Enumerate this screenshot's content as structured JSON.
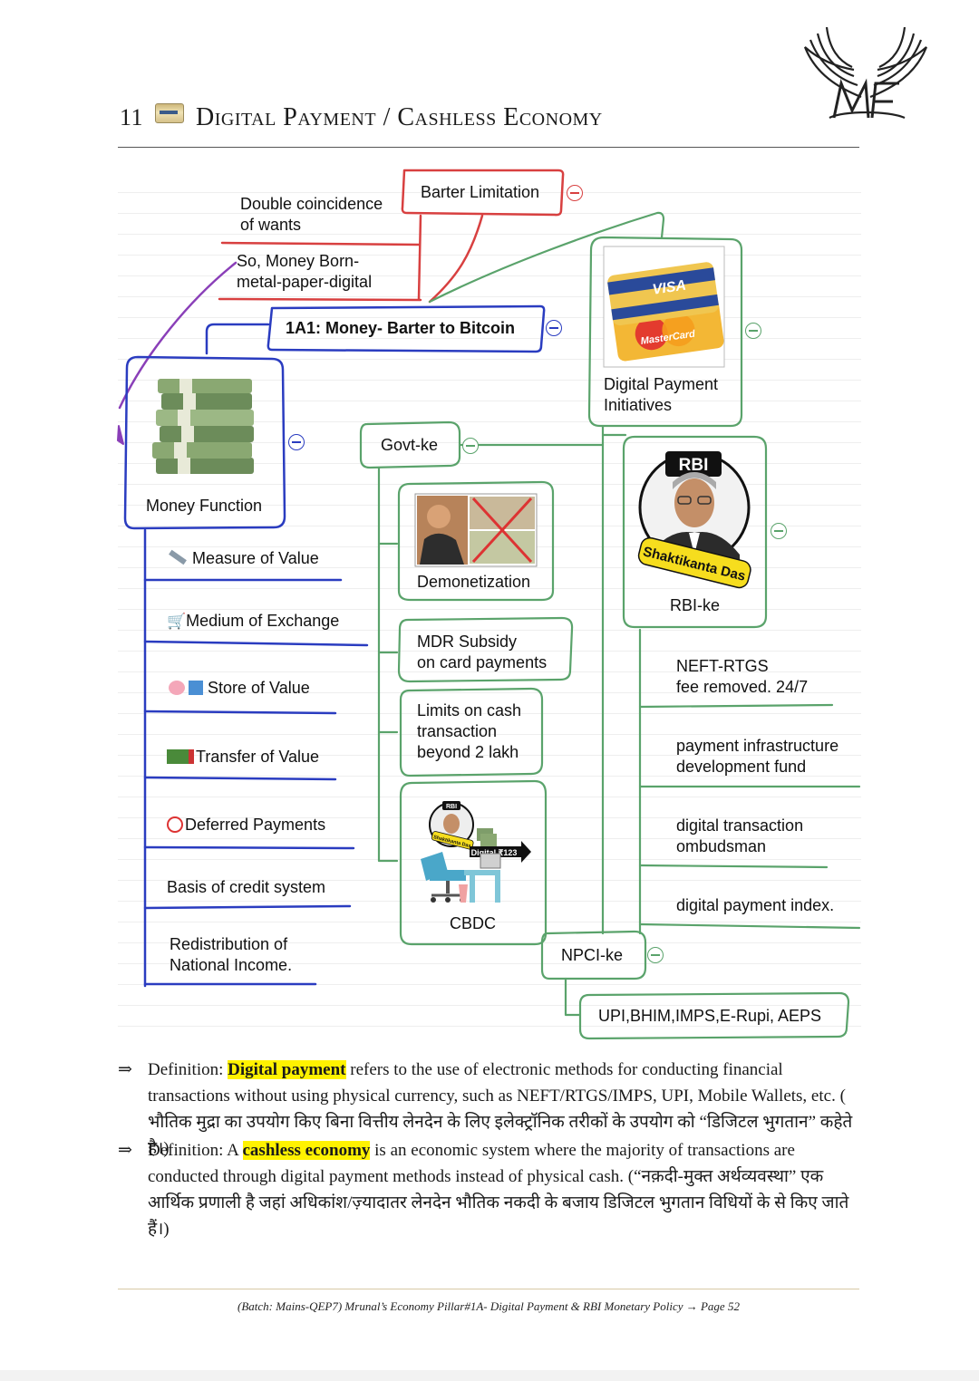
{
  "header": {
    "chapter_number": "11",
    "title": "Digital Payment / Cashless Economy",
    "logo_text": "MF"
  },
  "mindmap": {
    "barter_limitation": "Barter Limitation",
    "double_coincidence": [
      "Double coincidence",
      "of wants"
    ],
    "money_born": [
      "So, Money Born-",
      "metal-paper-digital"
    ],
    "central_topic": "1A1: Money- Barter to Bitcoin",
    "digital_payment_initiatives": [
      "Digital Payment",
      "Initiatives"
    ],
    "card_labels": {
      "visa": "VISA",
      "mastercard": "MasterCard"
    },
    "money_function": "Money Function",
    "functions": [
      {
        "icon": "ruler-icon",
        "label": "Measure of Value"
      },
      {
        "icon": "shopping-cart-icon",
        "label": "Medium of Exchange"
      },
      {
        "icon": "piggy-bank-icon",
        "label": "Store of Value"
      },
      {
        "icon": "truck-icon",
        "label": "Transfer of Value"
      },
      {
        "icon": "alarm-clock-icon",
        "label": "Deferred Payments"
      },
      {
        "icon": "",
        "label": "Basis of credit system"
      },
      {
        "icon": "",
        "label": [
          "Redistribution of",
          "National Income."
        ]
      }
    ],
    "govt": "Govt-ke",
    "demonetization": "Demonetization",
    "mdr": [
      "MDR Subsidy",
      "on card payments"
    ],
    "cash_limits": [
      "Limits on cash",
      "transaction",
      "beyond 2 lakh"
    ],
    "cbdc": "CBDC",
    "cbdc_image_text": {
      "rbi": "RBI",
      "name": "Shaktikanta Das",
      "arrow": "Digital ₹123"
    },
    "rbi_badge": "RBI",
    "rbi_name_banner": "Shaktikanta Das",
    "rbi_ke": "RBI-ke",
    "rbi_items": [
      [
        "NEFT-RTGS",
        "fee removed. 24/7"
      ],
      [
        "payment infrastructure",
        "development fund"
      ],
      [
        "digital transaction",
        "ombudsman"
      ],
      [
        "digital payment index."
      ]
    ],
    "npci": "NPCI-ke",
    "npci_products": "UPI,BHIM,IMPS,E-Rupi, AEPS",
    "colors": {
      "red": "#d84040",
      "green": "#5aa36b",
      "blue": "#2a3cc0",
      "purple": "#8a3fb8"
    }
  },
  "definitions": [
    {
      "prefix": "Definition: ",
      "term": "Digital payment",
      "rest": " refers to the use of electronic methods for conducting financial transactions without using physical currency, such as NEFT/RTGS/IMPS, UPI, Mobile Wallets, etc. ( भौतिक मुद्रा का उपयोग किए बिना वित्तीय लेनदेन के लिए इलेक्ट्रॉनिक तरीकों के उपयोग को “डिजिटल भुगतान” कहेते है।)"
    },
    {
      "prefix": "Definition: A ",
      "term": "cashless economy",
      "rest": " is an economic system where the majority of transactions are conducted through digital payment methods instead of physical cash. (“नक़दी-मुक्त अर्थव्यवस्था” एक आर्थिक प्रणाली है जहां अधिकांश/ज़्यादातर लेनदेन भौतिक नकदी के बजाय डिजिटल भुगतान विधियों के से  किए जाते हैं।)"
    }
  ],
  "definition_arrow": "⇒",
  "footer": "(Batch: Mains-QEP7) Mrunal’s Economy Pillar#1A- Digital Payment & RBI Monetary Policy → Page 52"
}
